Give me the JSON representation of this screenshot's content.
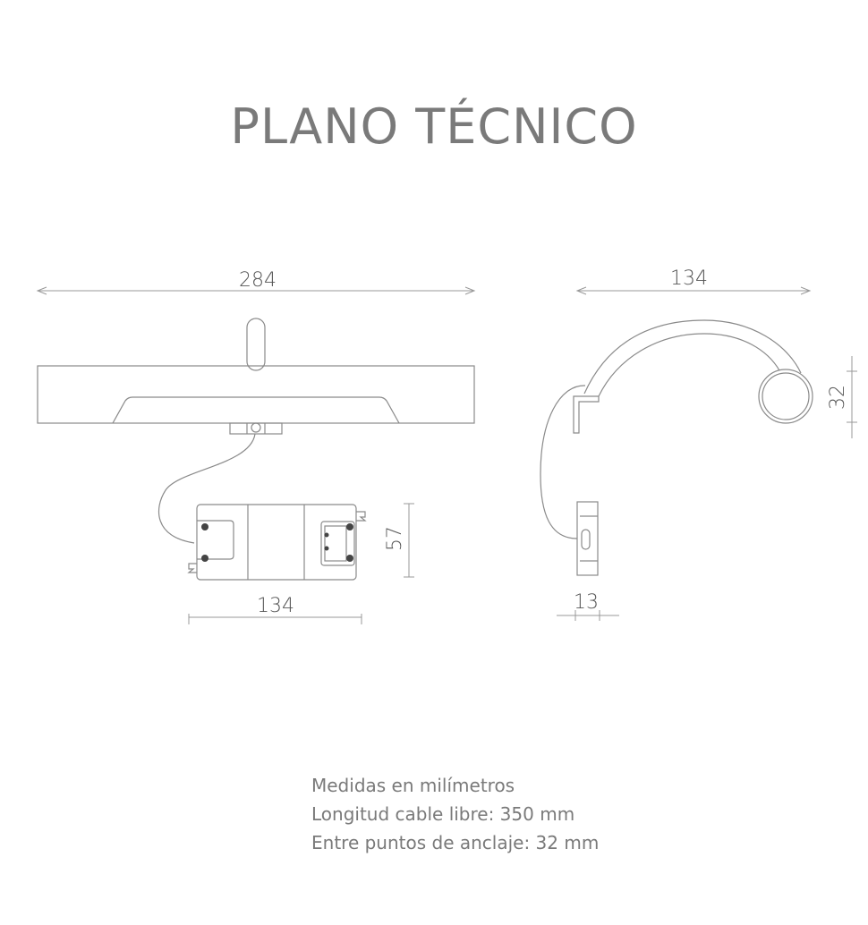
{
  "title": "PLANO TÉCNICO",
  "front_view": {
    "width_label": "284",
    "driver_width_label": "134",
    "driver_height_label": "57"
  },
  "side_view": {
    "depth_label": "134",
    "head_diameter_label": "32",
    "base_thickness_label": "13"
  },
  "notes": [
    "Medidas en milímetros",
    "Longitud cable libre: 350 mm",
    "Entre puntos de anclaje: 32 mm"
  ]
}
